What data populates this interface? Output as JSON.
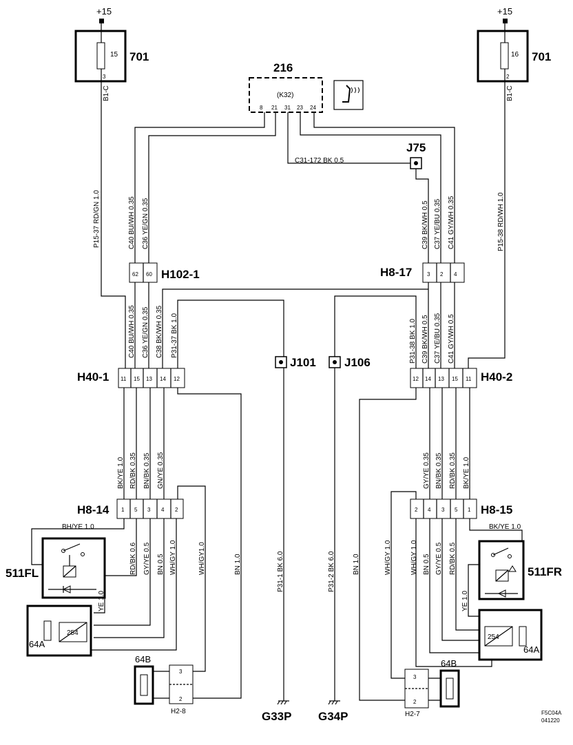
{
  "supply": {
    "left": "+15",
    "right": "+15"
  },
  "fuse_left": {
    "num": "15",
    "pin": "3",
    "id": "701",
    "conn": "B1-C"
  },
  "fuse_right": {
    "num": "16",
    "pin": "2",
    "id": "701",
    "conn": "B1-C"
  },
  "module": {
    "id": "216",
    "code": "(K32)",
    "pins": [
      "8",
      "21",
      "31",
      "23",
      "24"
    ]
  },
  "splices": {
    "j75": "J75",
    "j101": "J101",
    "j106": "J106"
  },
  "connectors": {
    "h102_1": {
      "name": "H102-1",
      "pins": [
        "62",
        "60"
      ]
    },
    "h8_17": {
      "name": "H8-17",
      "pins": [
        "3",
        "2",
        "4"
      ]
    },
    "h40_1": {
      "name": "H40-1",
      "pins": [
        "11",
        "15",
        "13",
        "14",
        "12"
      ]
    },
    "h40_2": {
      "name": "H40-2",
      "pins": [
        "12",
        "14",
        "13",
        "15",
        "11"
      ]
    },
    "h8_14": {
      "name": "H8-14",
      "pins": [
        "1",
        "5",
        "3",
        "4",
        "2"
      ]
    },
    "h8_15": {
      "name": "H8-15",
      "pins": [
        "2",
        "4",
        "3",
        "5",
        "1"
      ]
    },
    "h2_8": {
      "name": "H2-8",
      "pins": [
        "3",
        "2"
      ]
    },
    "h2_7": {
      "name": "H2-7",
      "pins": [
        "3",
        "2"
      ]
    }
  },
  "wires": {
    "p15_37": "P15-37  RD/GN 1.0",
    "p15_38": "P15-38 RD/WH 1.0",
    "c31": "C31-172  BK 0.5",
    "c40a": "C40  BU/WH  0.35",
    "c36a": "C36  YE/GN  0.35",
    "c39a": "C39  BK/WH  0.5",
    "c37a": "C37  YE/BU  0.35",
    "c41a": "C41  GY/WH  0.35",
    "c40b": "C40  BU/WH  0.35",
    "c36b": "C36  YE/GN  0.35",
    "c38b": "C38  BK/WH  0.35",
    "p31_37": "P31-37  BK  1.0",
    "p31_38": "P31-38  BK  1.0",
    "c39b": "C39  BK/WH  0.5",
    "c37b": "C37  YE/BU  0.35",
    "c41b": "C41  GY/WH  0.5",
    "l_bkye": "BK/YE  1.0",
    "l_rdbk": "RD/BK  0.35",
    "l_bnbk": "BN/BK  0.35",
    "l_gnye": "GN/YE  0.35",
    "r_gyye": "GY/YE  0.35",
    "r_bnbk": "BN/BK  0.35",
    "r_rdbk": "RD/BK  0.35",
    "r_bkye": "BK/YE  1.0",
    "l_bhye": "BH/YE  1.0",
    "l_rdbk06": "RD/BK  0.6",
    "l_gyye05": "GY/YE  0.5",
    "l_bn05": "BN  0.5",
    "l_whgy10": "WH/GY 1.0",
    "l_whgy1": "WH/GY1.0",
    "l_bn10": "BN  1.0",
    "l_ye10": "YE  1.0",
    "p31_1": "P31-1  BK  6.0",
    "p31_2": "P31-2  BK  6.0",
    "r_bn10": "BN  1.0",
    "r_whgy10": "WH/GY 1.0",
    "r_whgy10b": "WH/GY 1.0",
    "r_bn05": "BN  0.5",
    "r_gyye05": "GY/YE  0.5",
    "r_rdbk05": "RD/BK  0.5",
    "r_bkye10": "BK/YE  1.0",
    "r_ye10": "YE  1.0"
  },
  "components": {
    "s511fl": "511FL",
    "s511fr": "511FR",
    "c64a_l": "64A",
    "c64a_r": "64A",
    "e254_l": "254",
    "e254_r": "254",
    "c64b_l": "64B",
    "c64b_r": "64B"
  },
  "grounds": {
    "g33p": "G33P",
    "g34p": "G34P"
  },
  "footer": {
    "line1": "F5C04A",
    "line2": "041220"
  }
}
